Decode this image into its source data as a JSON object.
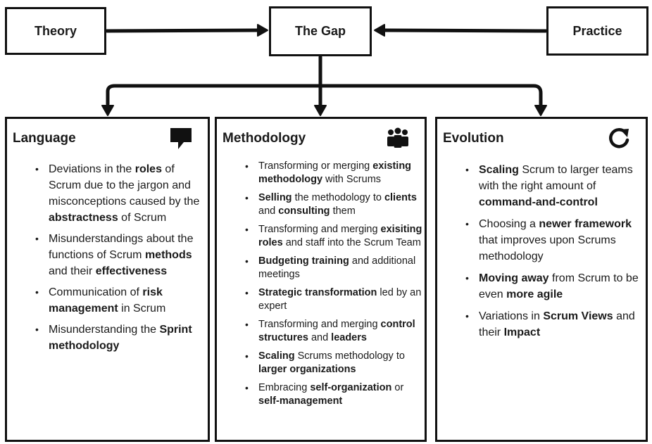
{
  "top": {
    "theory": "Theory",
    "gap": "The Gap",
    "practice": "Practice"
  },
  "panels": {
    "language": {
      "title": "Language",
      "icon": "speech-bubble-icon",
      "items": [
        [
          {
            "t": "Deviations in the "
          },
          {
            "t": "roles",
            "b": true
          },
          {
            "t": " of Scrum due to the jargon and misconceptions caused by the "
          },
          {
            "t": "abstractness",
            "b": true
          },
          {
            "t": " of Scrum"
          }
        ],
        [
          {
            "t": "Misunderstandings about the functions of Scrum "
          },
          {
            "t": "methods",
            "b": true
          },
          {
            "t": " and their "
          },
          {
            "t": "effectiveness",
            "b": true
          }
        ],
        [
          {
            "t": "Communication of "
          },
          {
            "t": "risk management",
            "b": true
          },
          {
            "t": " in Scrum"
          }
        ],
        [
          {
            "t": "Misunderstanding the "
          },
          {
            "t": "Sprint methodology",
            "b": true
          }
        ]
      ]
    },
    "methodology": {
      "title": "Methodology",
      "icon": "group-icon",
      "items": [
        [
          {
            "t": "Transforming or merging "
          },
          {
            "t": "existing methodology",
            "b": true
          },
          {
            "t": " with Scrums"
          }
        ],
        [
          {
            "t": "Selling",
            "b": true
          },
          {
            "t": " the methodology to "
          },
          {
            "t": "clients",
            "b": true
          },
          {
            "t": " and "
          },
          {
            "t": "consulting",
            "b": true
          },
          {
            "t": " them"
          }
        ],
        [
          {
            "t": "Transforming and merging "
          },
          {
            "t": "exisiting roles",
            "b": true
          },
          {
            "t": " and staff into the Scrum Team"
          }
        ],
        [
          {
            "t": "Budgeting training",
            "b": true
          },
          {
            "t": " and additional meetings"
          }
        ],
        [
          {
            "t": "Strategic transformation",
            "b": true
          },
          {
            "t": " led by an expert"
          }
        ],
        [
          {
            "t": "Transforming and merging "
          },
          {
            "t": "control structures",
            "b": true
          },
          {
            "t": " and "
          },
          {
            "t": "leaders",
            "b": true
          }
        ],
        [
          {
            "t": "Scaling",
            "b": true
          },
          {
            "t": " Scrums methodology to "
          },
          {
            "t": "larger organizations",
            "b": true
          }
        ],
        [
          {
            "t": "Embracing "
          },
          {
            "t": "self-organization",
            "b": true
          },
          {
            "t": " or "
          },
          {
            "t": "self-management",
            "b": true
          }
        ]
      ]
    },
    "evolution": {
      "title": "Evolution",
      "icon": "refresh-icon",
      "items": [
        [
          {
            "t": "Scaling",
            "b": true
          },
          {
            "t": " Scrum to larger teams with the right amount of "
          },
          {
            "t": "command-and-control",
            "b": true
          }
        ],
        [
          {
            "t": "Choosing a "
          },
          {
            "t": "newer framework",
            "b": true
          },
          {
            "t": " that improves upon Scrums methodology"
          }
        ],
        [
          {
            "t": "Moving away",
            "b": true
          },
          {
            "t": " from Scrum to be even "
          },
          {
            "t": "more agile",
            "b": true
          }
        ],
        [
          {
            "t": "Variations in "
          },
          {
            "t": "Scrum Views",
            "b": true
          },
          {
            "t": " and their "
          },
          {
            "t": "Impact",
            "b": true
          }
        ]
      ]
    }
  }
}
